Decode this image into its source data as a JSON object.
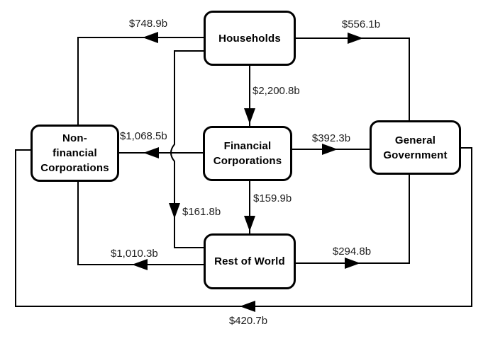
{
  "diagram": {
    "type": "sector-flow-diagram",
    "background": "#ffffff",
    "line_color": "#000000",
    "box_border_color": "#000000",
    "box_fill_color": "#ffffff",
    "text_color": "#000000"
  },
  "nodes": [
    {
      "id": "households",
      "label": "Households"
    },
    {
      "id": "non-financial-corporations",
      "label": "Non-\nfinancial\nCorporations"
    },
    {
      "id": "financial-corporations",
      "label": "Financial\nCorporations"
    },
    {
      "id": "general-government",
      "label": "General\nGovernment"
    },
    {
      "id": "rest-of-world",
      "label": "Rest of World"
    }
  ],
  "flows": [
    {
      "from": "Households",
      "to": "Non-financial Corporations",
      "amount": "$748.9b"
    },
    {
      "from": "Households",
      "to": "General Government",
      "amount": "$556.1b"
    },
    {
      "from": "Households",
      "to": "Financial Corporations",
      "amount": "$2,200.8b"
    },
    {
      "from": "Financial Corporations",
      "to": "Non-financial Corporations",
      "amount": "$1,068.5b"
    },
    {
      "from": "Financial Corporations",
      "to": "General Government",
      "amount": "$392.3b"
    },
    {
      "from": "Households",
      "to": "Rest of World",
      "amount": "$161.8b"
    },
    {
      "from": "Financial Corporations",
      "to": "Rest of World",
      "amount": "$159.9b"
    },
    {
      "from": "Rest of World",
      "to": "Non-financial Corporations",
      "amount": "$1,010.3b"
    },
    {
      "from": "Rest of World",
      "to": "General Government",
      "amount": "$294.8b"
    },
    {
      "from": "General Government",
      "to": "Non-financial Corporations",
      "amount": "$420.7b"
    }
  ]
}
